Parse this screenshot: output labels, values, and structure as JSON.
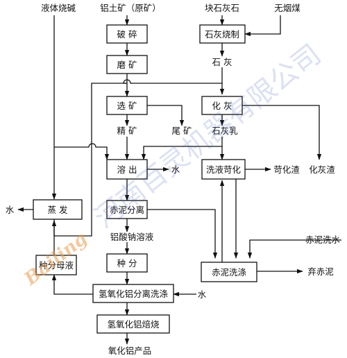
{
  "diagram": {
    "inputs": {
      "caustic_soda": "液体烧碱",
      "bauxite": "铝土矿（原矿）",
      "limestone": "块石灰石",
      "anthracite": "无烟煤",
      "washing_water": "赤泥洗水"
    },
    "process_boxes": {
      "crush": "破 碎",
      "grind": "磨 矿",
      "beneficiate": "选 矿",
      "leach": "溶 出",
      "red_mud_sep": "赤泥分离",
      "precipitation": "种 分",
      "hydroxide_wash": "氢氧化铝分离洗涤",
      "calcine": "氢氧化铝焙烧",
      "lime_burn": "石灰烧制",
      "slake": "化 灰",
      "causticize": "洗液苛化",
      "red_mud_wash": "赤泥洗涤",
      "evaporate": "蒸 发",
      "seed_mother_liquor": "种分母液"
    },
    "intermediates": {
      "lime": "石 灰",
      "concentrate": "精 矿",
      "tailings": "尾 矿",
      "lime_milk": "石灰乳",
      "aluminate_solution": "铝酸钠溶液"
    },
    "outputs": {
      "water_from_leach": "水",
      "water_from_evaporation": "水",
      "water_to_wash": "水",
      "causticization_residue": "苛化渣",
      "lime_residue": "化灰渣",
      "discarded_red_mud": "弃赤泥",
      "product": "氧化铝产品"
    },
    "watermark": {
      "company_text": "河南百灵机器有限公司",
      "brand": "Bailing"
    }
  }
}
